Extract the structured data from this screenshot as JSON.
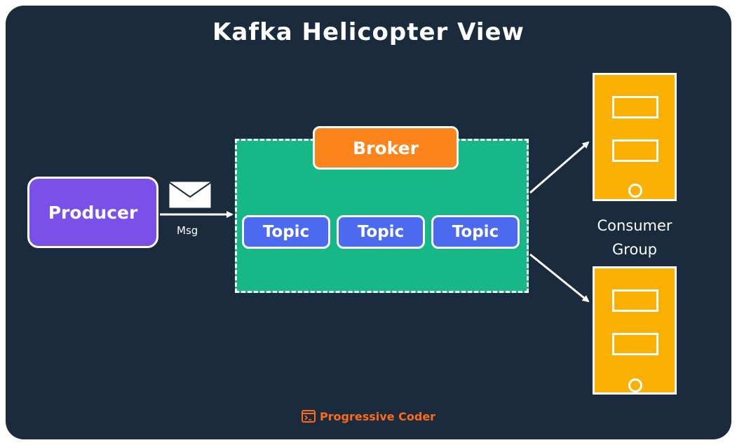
{
  "title": "Kafka Helicopter View",
  "producer": {
    "label": "Producer"
  },
  "message": {
    "label": "Msg",
    "icon": "envelope-icon"
  },
  "broker": {
    "label": "Broker"
  },
  "topics": [
    "Topic",
    "Topic",
    "Topic"
  ],
  "consumer_group": {
    "line1": "Consumer",
    "line2": "Group",
    "devices": 2
  },
  "footer": {
    "brand": "Progressive Coder",
    "icon": "terminal-icon"
  },
  "colors": {
    "background": "#1a2b3d",
    "producer": "#7b50e8",
    "broker_area": "#17b887",
    "broker_label": "#fd841a",
    "topic": "#4c6af0",
    "consumer": "#fbb004",
    "brand": "#fd6a1a"
  }
}
